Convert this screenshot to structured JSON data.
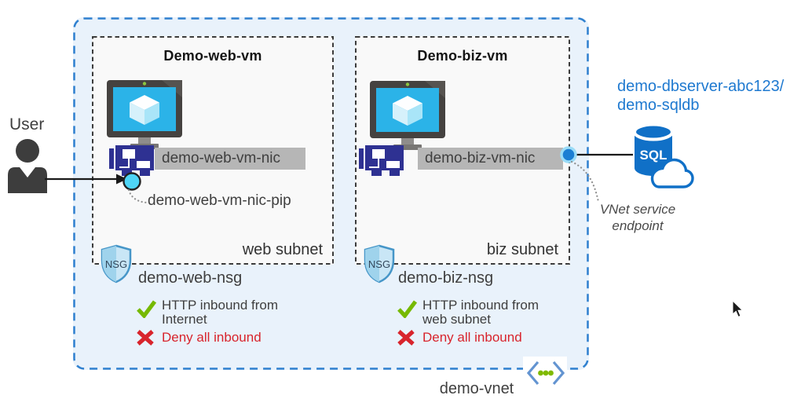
{
  "user": {
    "label": "User"
  },
  "vnet": {
    "name": "demo-vnet",
    "subnets": [
      {
        "title": "Demo-web-vm",
        "nic_label": "demo-web-vm-nic",
        "pip_label": "demo-web-vm-nic-pip",
        "subnet_label": "web subnet",
        "nsg_badge": "NSG",
        "nsg_name": "demo-web-nsg",
        "allow_line1": "HTTP inbound from",
        "allow_line2": "Internet",
        "deny_rule": "Deny all inbound"
      },
      {
        "title": "Demo-biz-vm",
        "nic_label": "demo-biz-vm-nic",
        "subnet_label": "biz subnet",
        "nsg_badge": "NSG",
        "nsg_name": "demo-biz-nsg",
        "allow_line1": "HTTP inbound from",
        "allow_line2": "web subnet",
        "deny_rule": "Deny all inbound"
      }
    ]
  },
  "sql": {
    "server_label": "demo-dbserver-abc123/",
    "db_label": "demo-sqldb",
    "icon_text": "SQL",
    "endpoint_line1": "VNet service",
    "endpoint_line2": "endpoint"
  },
  "colors": {
    "vnet_border": "#2f80cf",
    "vnet_fill": "#e9f2fb",
    "subnet_border": "#3c3c3c",
    "subnet_fill": "#f9f9f9",
    "nic_label_bg": "#b6b6b6",
    "nic_icon_navy": "#2e3192",
    "vm_screen_cyan": "#2bb3e8",
    "pip_dot_cyan": "#4ed5f6",
    "endpoint_dot_blue": "#1b7ed3",
    "sql_blue": "#1070c7",
    "sql_text_blue": "#1e79d0",
    "allow_green": "#76b900",
    "deny_red": "#d8242c",
    "shield_blue": "#4696c8"
  }
}
